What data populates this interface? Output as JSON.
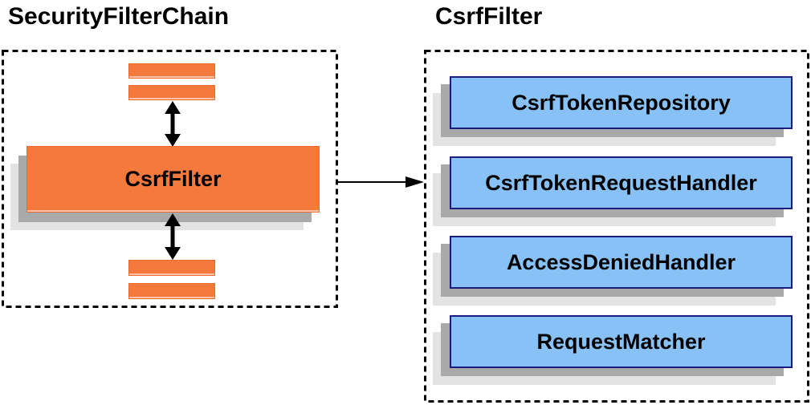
{
  "diagram": {
    "left": {
      "title": "SecurityFilterChain",
      "csrf_filter_label": "CsrfFilter"
    },
    "right": {
      "title": "CsrfFilter",
      "components": [
        {
          "label": "CsrfTokenRepository"
        },
        {
          "label": "CsrfTokenRequestHandler"
        },
        {
          "label": "AccessDeniedHandler"
        },
        {
          "label": "RequestMatcher"
        }
      ]
    },
    "colors": {
      "orange_fill": "#F4793C",
      "orange_border": "#ED6B2F",
      "blue_fill": "#87C1F5",
      "blue_border": "#1A1C7E",
      "shadow_dark": "#A9A9A9",
      "shadow_light": "#E3E3E3",
      "line": "#000000",
      "text": "#000000",
      "bg": "#FFFFFF"
    }
  }
}
